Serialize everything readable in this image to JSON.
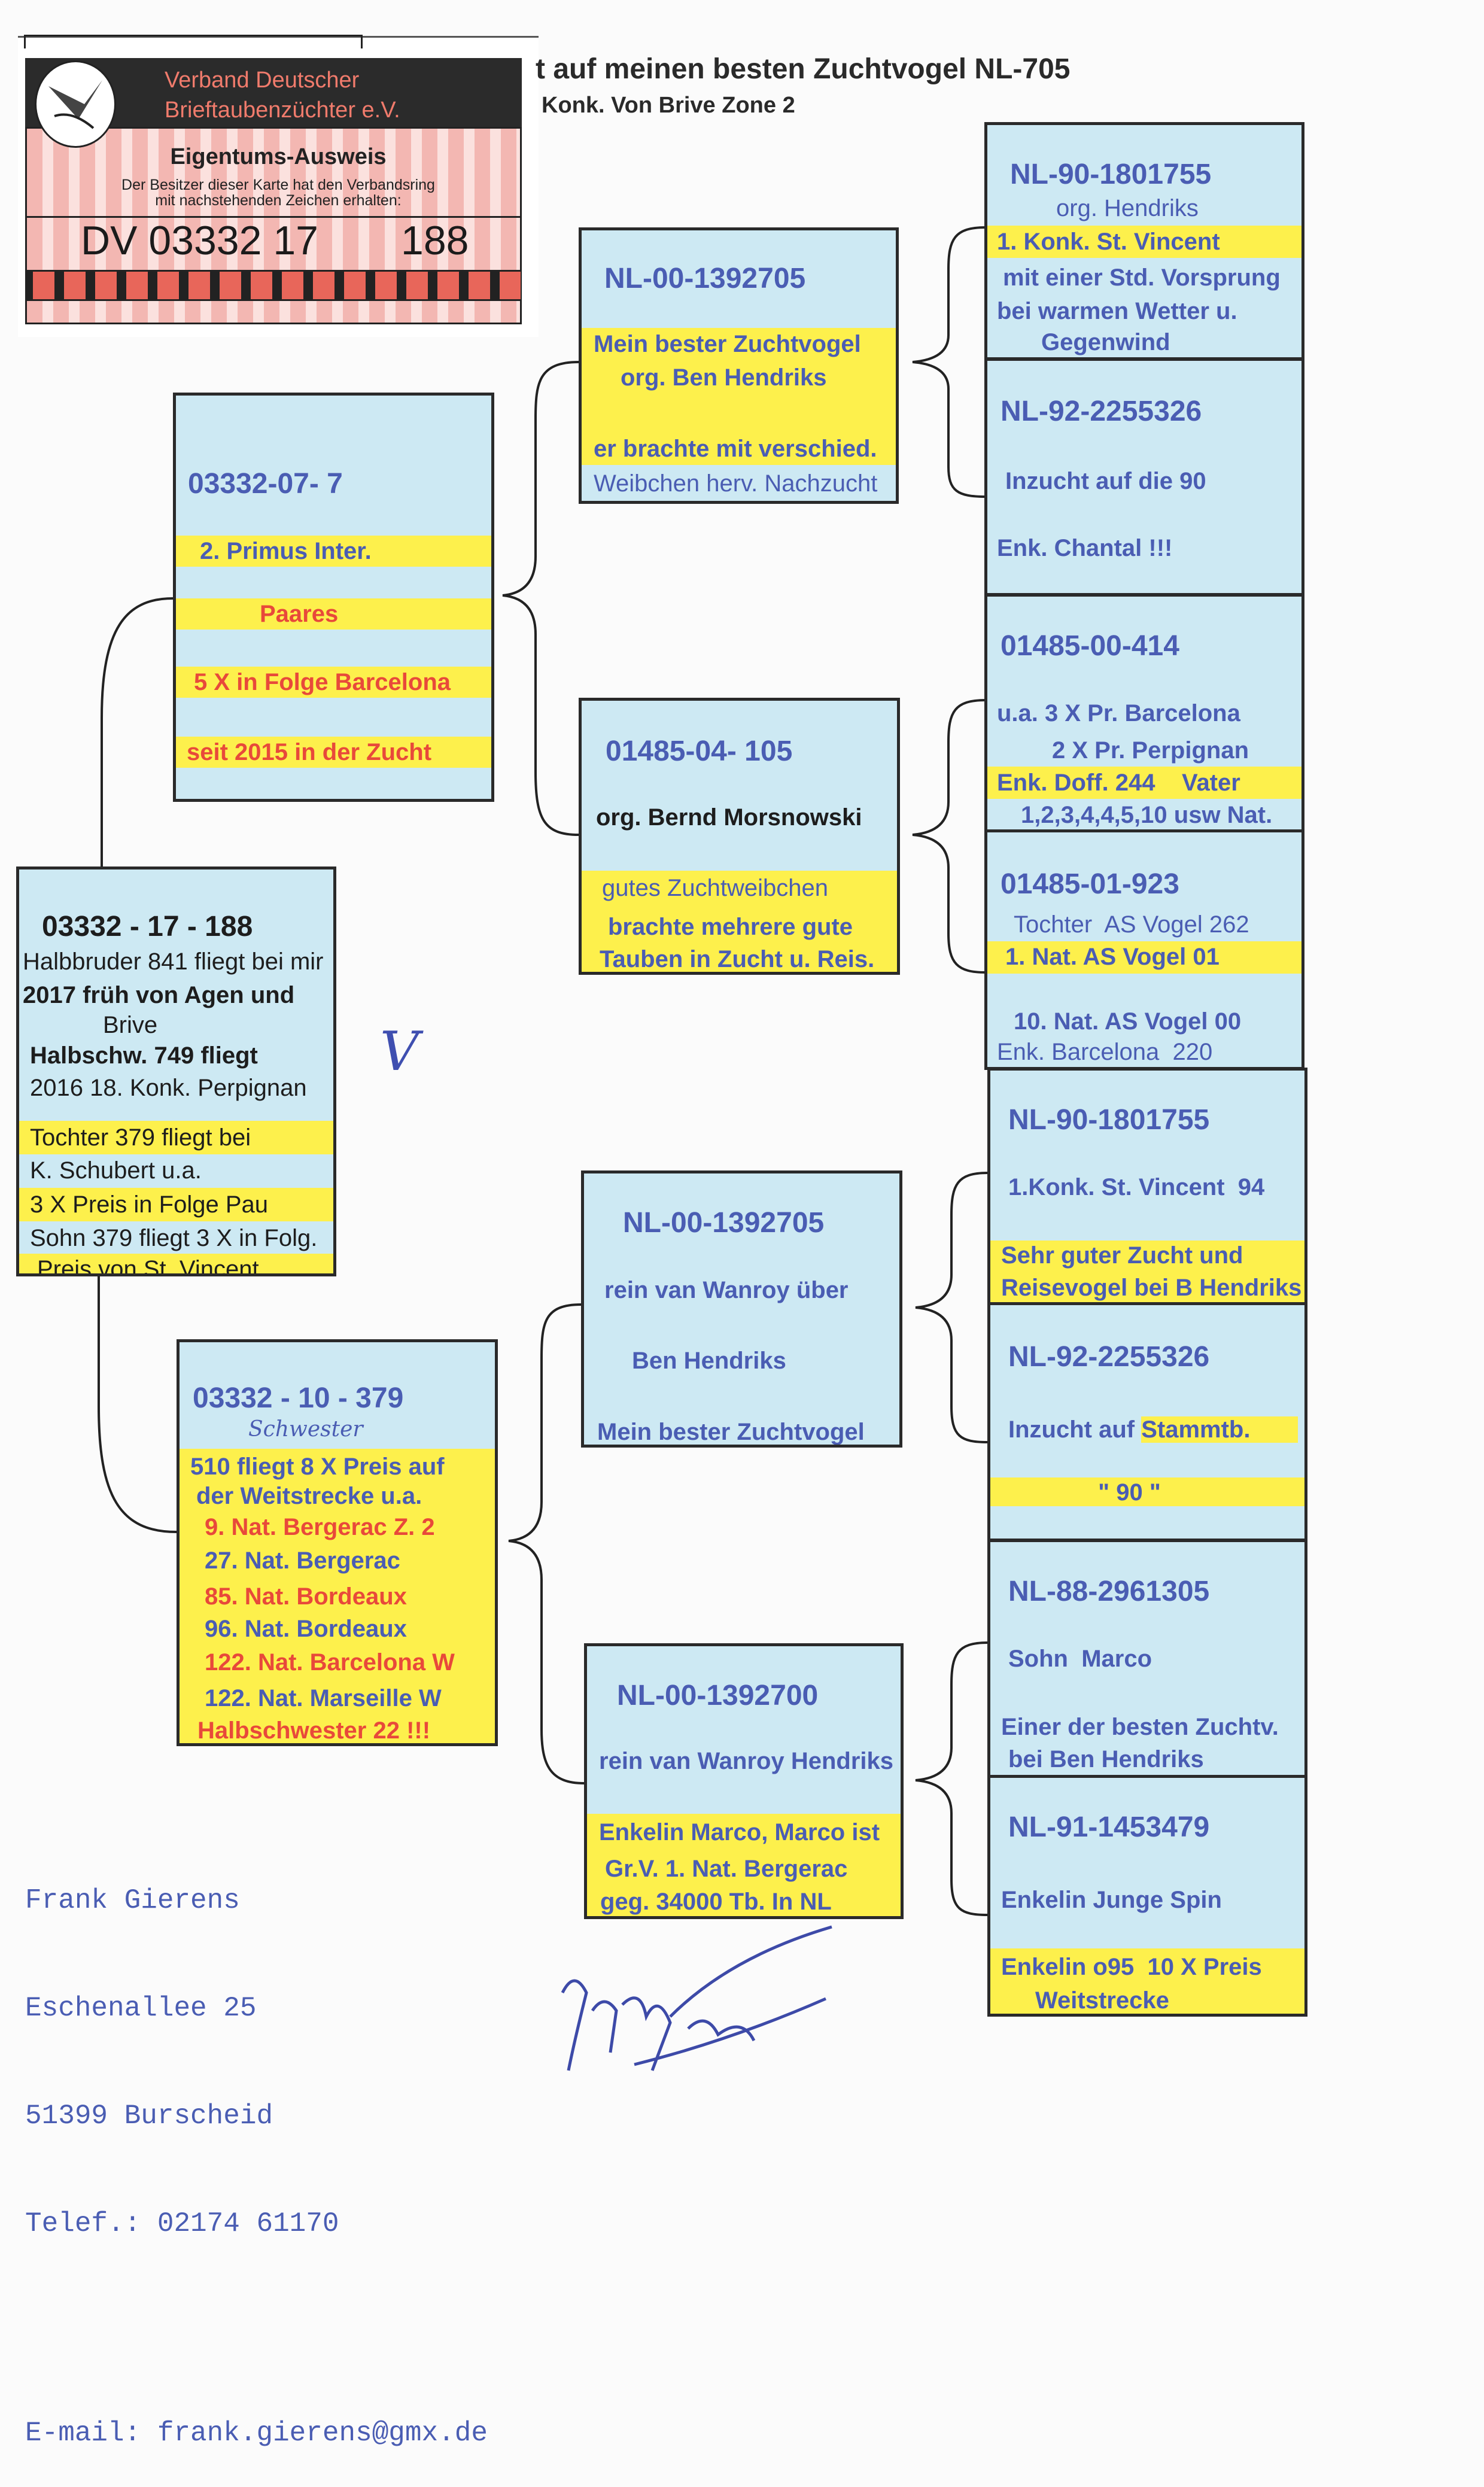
{
  "header": {
    "title": "t auf meinen besten Zuchtvogel NL-705",
    "subtitle": "Konk. Von Brive Zone 2"
  },
  "card": {
    "org_line1": "Verband Deutscher",
    "org_line2": "Brieftaubenzüchter e.V.",
    "heading": "Eigentums-Ausweis",
    "text_line1": "Der Besitzer dieser Karte hat den Verbandsring",
    "text_line2": "mit nachstehenden Zeichen erhalten:",
    "ring_prefix": "DV 03332 17",
    "ring_number": "188"
  },
  "subject": {
    "id": "03332 - 17 - 188",
    "lines": [
      "Halbbruder 841 fliegt bei mir",
      "2017 früh von Agen und",
      "Brive",
      "Halbschw.  749 fliegt",
      "2016 18. Konk. Perpignan",
      "Tochter  379  fliegt bei",
      "K. Schubert u.a.",
      "3 X  Preis in Folge  Pau",
      "Sohn 379 fliegt 3 X in Folg.",
      "Preis von St. Vincent"
    ]
  },
  "parents": [
    {
      "id": "03332-07- 7",
      "lines": [
        "2.  Primus   Inter.",
        "Paares",
        "5 X in Folge Barcelona",
        "seit  2015 in der Zucht"
      ]
    },
    {
      "id": "03332 - 10 - 379",
      "note": "Schwester",
      "lines": [
        "510 fliegt 8 X Preis auf",
        "der Weitstrecke u.a.",
        "9. Nat. Bergerac  Z. 2",
        "27. Nat. Bergerac",
        "85. Nat. Bordeaux",
        "96. Nat. Bordeaux",
        "122. Nat. Barcelona W",
        "122. Nat. Marseille  W",
        "Halbschwester  22 !!!"
      ]
    }
  ],
  "grandparents": [
    {
      "id": "NL-00-1392705",
      "lines": [
        "Mein bester Zuchtvogel",
        "org. Ben Hendriks",
        "er brachte mit verschied.",
        "Weibchen herv. Nachzucht"
      ]
    },
    {
      "id": "01485-04- 105",
      "lines": [
        "org. Bernd Morsnowski",
        "gutes Zuchtweibchen",
        "brachte mehrere gute",
        "Tauben in Zucht u. Reis."
      ]
    },
    {
      "id": "NL-00-1392705",
      "lines": [
        "rein van Wanroy über",
        "Ben    Hendriks",
        "Mein bester Zuchtvogel"
      ]
    },
    {
      "id": "NL-00-1392700",
      "lines": [
        "rein van Wanroy Hendriks",
        "Enkelin Marco, Marco ist",
        "Gr.V.  1. Nat.  Bergerac",
        "geg. 34000 Tb. In  NL"
      ]
    }
  ],
  "great_grandparents": [
    {
      "id": "NL-90-1801755",
      "lines": [
        "org. Hendriks",
        "1. Konk. St. Vincent",
        "mit einer Std. Vorsprung",
        "bei warmen Wetter u.",
        "Gegenwind"
      ]
    },
    {
      "id": "NL-92-2255326",
      "lines": [
        "Inzucht auf die 90",
        "Enk. Chantal !!!"
      ]
    },
    {
      "id": "01485-00-414",
      "lines": [
        "u.a. 3 X Pr. Barcelona",
        "2 X Pr. Perpignan",
        "Enk. Doff. 244    Vater",
        "1,2,3,4,4,5,10 usw Nat."
      ]
    },
    {
      "id": "01485-01-923",
      "lines": [
        "Tochter  AS Vogel 262",
        "1. Nat. AS Vogel 01",
        "10. Nat. AS Vogel 00",
        "Enk. Barcelona  220"
      ]
    },
    {
      "id": "NL-90-1801755",
      "lines": [
        "1.Konk. St. Vincent  94",
        "Sehr guter Zucht und",
        "Reisevogel bei B Hendriks"
      ]
    },
    {
      "id": "NL-92-2255326",
      "lines": [
        "Inzucht auf ",
        "Stammtb.",
        "\" 90 \""
      ]
    },
    {
      "id": "NL-88-2961305",
      "lines": [
        "Sohn  Marco",
        "Einer der besten Zuchtv.",
        "bei Ben Hendriks"
      ]
    },
    {
      "id": "NL-91-1453479",
      "lines": [
        "Enkelin Junge Spin",
        "Enkelin o95  10 X Preis",
        "Weitstrecke"
      ]
    }
  ],
  "contact": {
    "name": "Frank Gierens",
    "street": "Eschenallee 25",
    "city": "51399 Burscheid",
    "phone": "Telef.: 02174 61170",
    "email": "E-mail: frank.gierens@gmx.de"
  },
  "handwriting": {
    "check_mark": "V",
    "signature": "Gierens"
  },
  "colors": {
    "box_bg": "#cde9f3",
    "highlight": "#fdf04c",
    "text_blue": "#4a5db3",
    "text_red": "#e8493a"
  }
}
